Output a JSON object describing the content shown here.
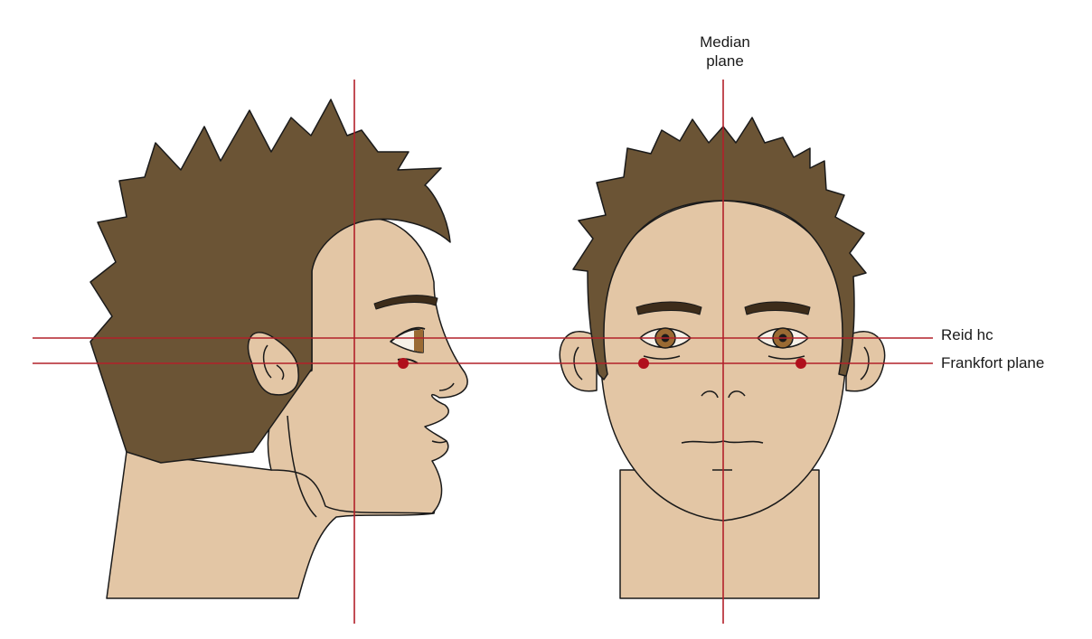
{
  "labels": {
    "median_line1": "Median",
    "median_line2": "plane",
    "reid": "Reid hc",
    "frankfort": "Frankfort plane"
  },
  "colors": {
    "hair": "#6b5435",
    "skin": "#e3c6a5",
    "plane_line": "#b2202a",
    "landmark_dot": "#b0101c",
    "iris": "#9a6a33",
    "outline": "#1a1a1a"
  }
}
